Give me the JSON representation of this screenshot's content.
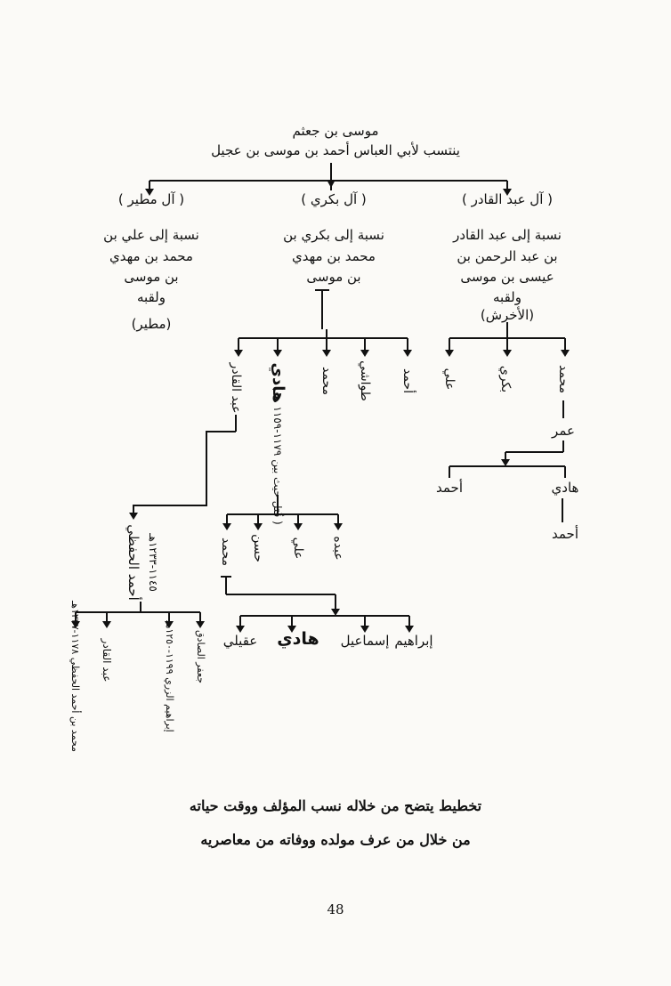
{
  "root": {
    "line1": "موسى بن جعثم",
    "line2": "ينتسب لأبي العباس أحمد بن موسى بن عجيل"
  },
  "branches": {
    "abdulqadir": {
      "title": "( آل عبد القادر )",
      "lines": [
        "نسبة إلى عبد القادر",
        "بن عبد الرحمن بن",
        "عيسى بن موسى",
        "ولقبه",
        "(الأخرش)"
      ]
    },
    "bakri": {
      "title": "( آل بكري )",
      "lines": [
        "نسبة إلى بكري بن",
        "محمد بن مهدي",
        "بن موسى"
      ]
    },
    "mutair": {
      "title": "( آل مطير )",
      "lines": [
        "نسبة إلى علي بن",
        "محمد بن مهدي",
        "بن موسى",
        "ولقبه",
        "(مطير)"
      ]
    }
  },
  "abdulqadir_children": [
    "محمد",
    "بكري",
    "علي"
  ],
  "umar": "عمر",
  "umar_children": [
    "هادي",
    "أحمد"
  ],
  "hadi_child": "أحمد",
  "bakri_children": [
    "أحمد",
    "طواشي",
    "محمد",
    "هادي",
    "عبد القادر"
  ],
  "hadi_note": "( قُتل حيث بين ١١٧٩-١١٥٩ هـ )",
  "hadi_children": [
    "عبده",
    "علي",
    "حسن",
    "محمد"
  ],
  "muhammad_children": [
    "إبراهيم",
    "إسماعيل",
    "هادي",
    "عقيلي"
  ],
  "ahmad_hafidh": {
    "name": "أحمد الحفظي",
    "dates": "١١٤٥-١٢٣٣هـ"
  },
  "ahmad_children": [
    "محمد بن أحمد الحفظي ١١٧٨-١٢٣٧هـ",
    "عبد القادر",
    "إبراهيم الزري ١١٩٩-١٢٥٠هـ",
    "جعفر الصادق"
  ],
  "caption": {
    "line1": "تخطيط يتضح من خلاله نسب المؤلف ووقت حياته",
    "line2": "من خلال من عرف مولده ووفاته من معاصريه"
  },
  "page_number": "48"
}
